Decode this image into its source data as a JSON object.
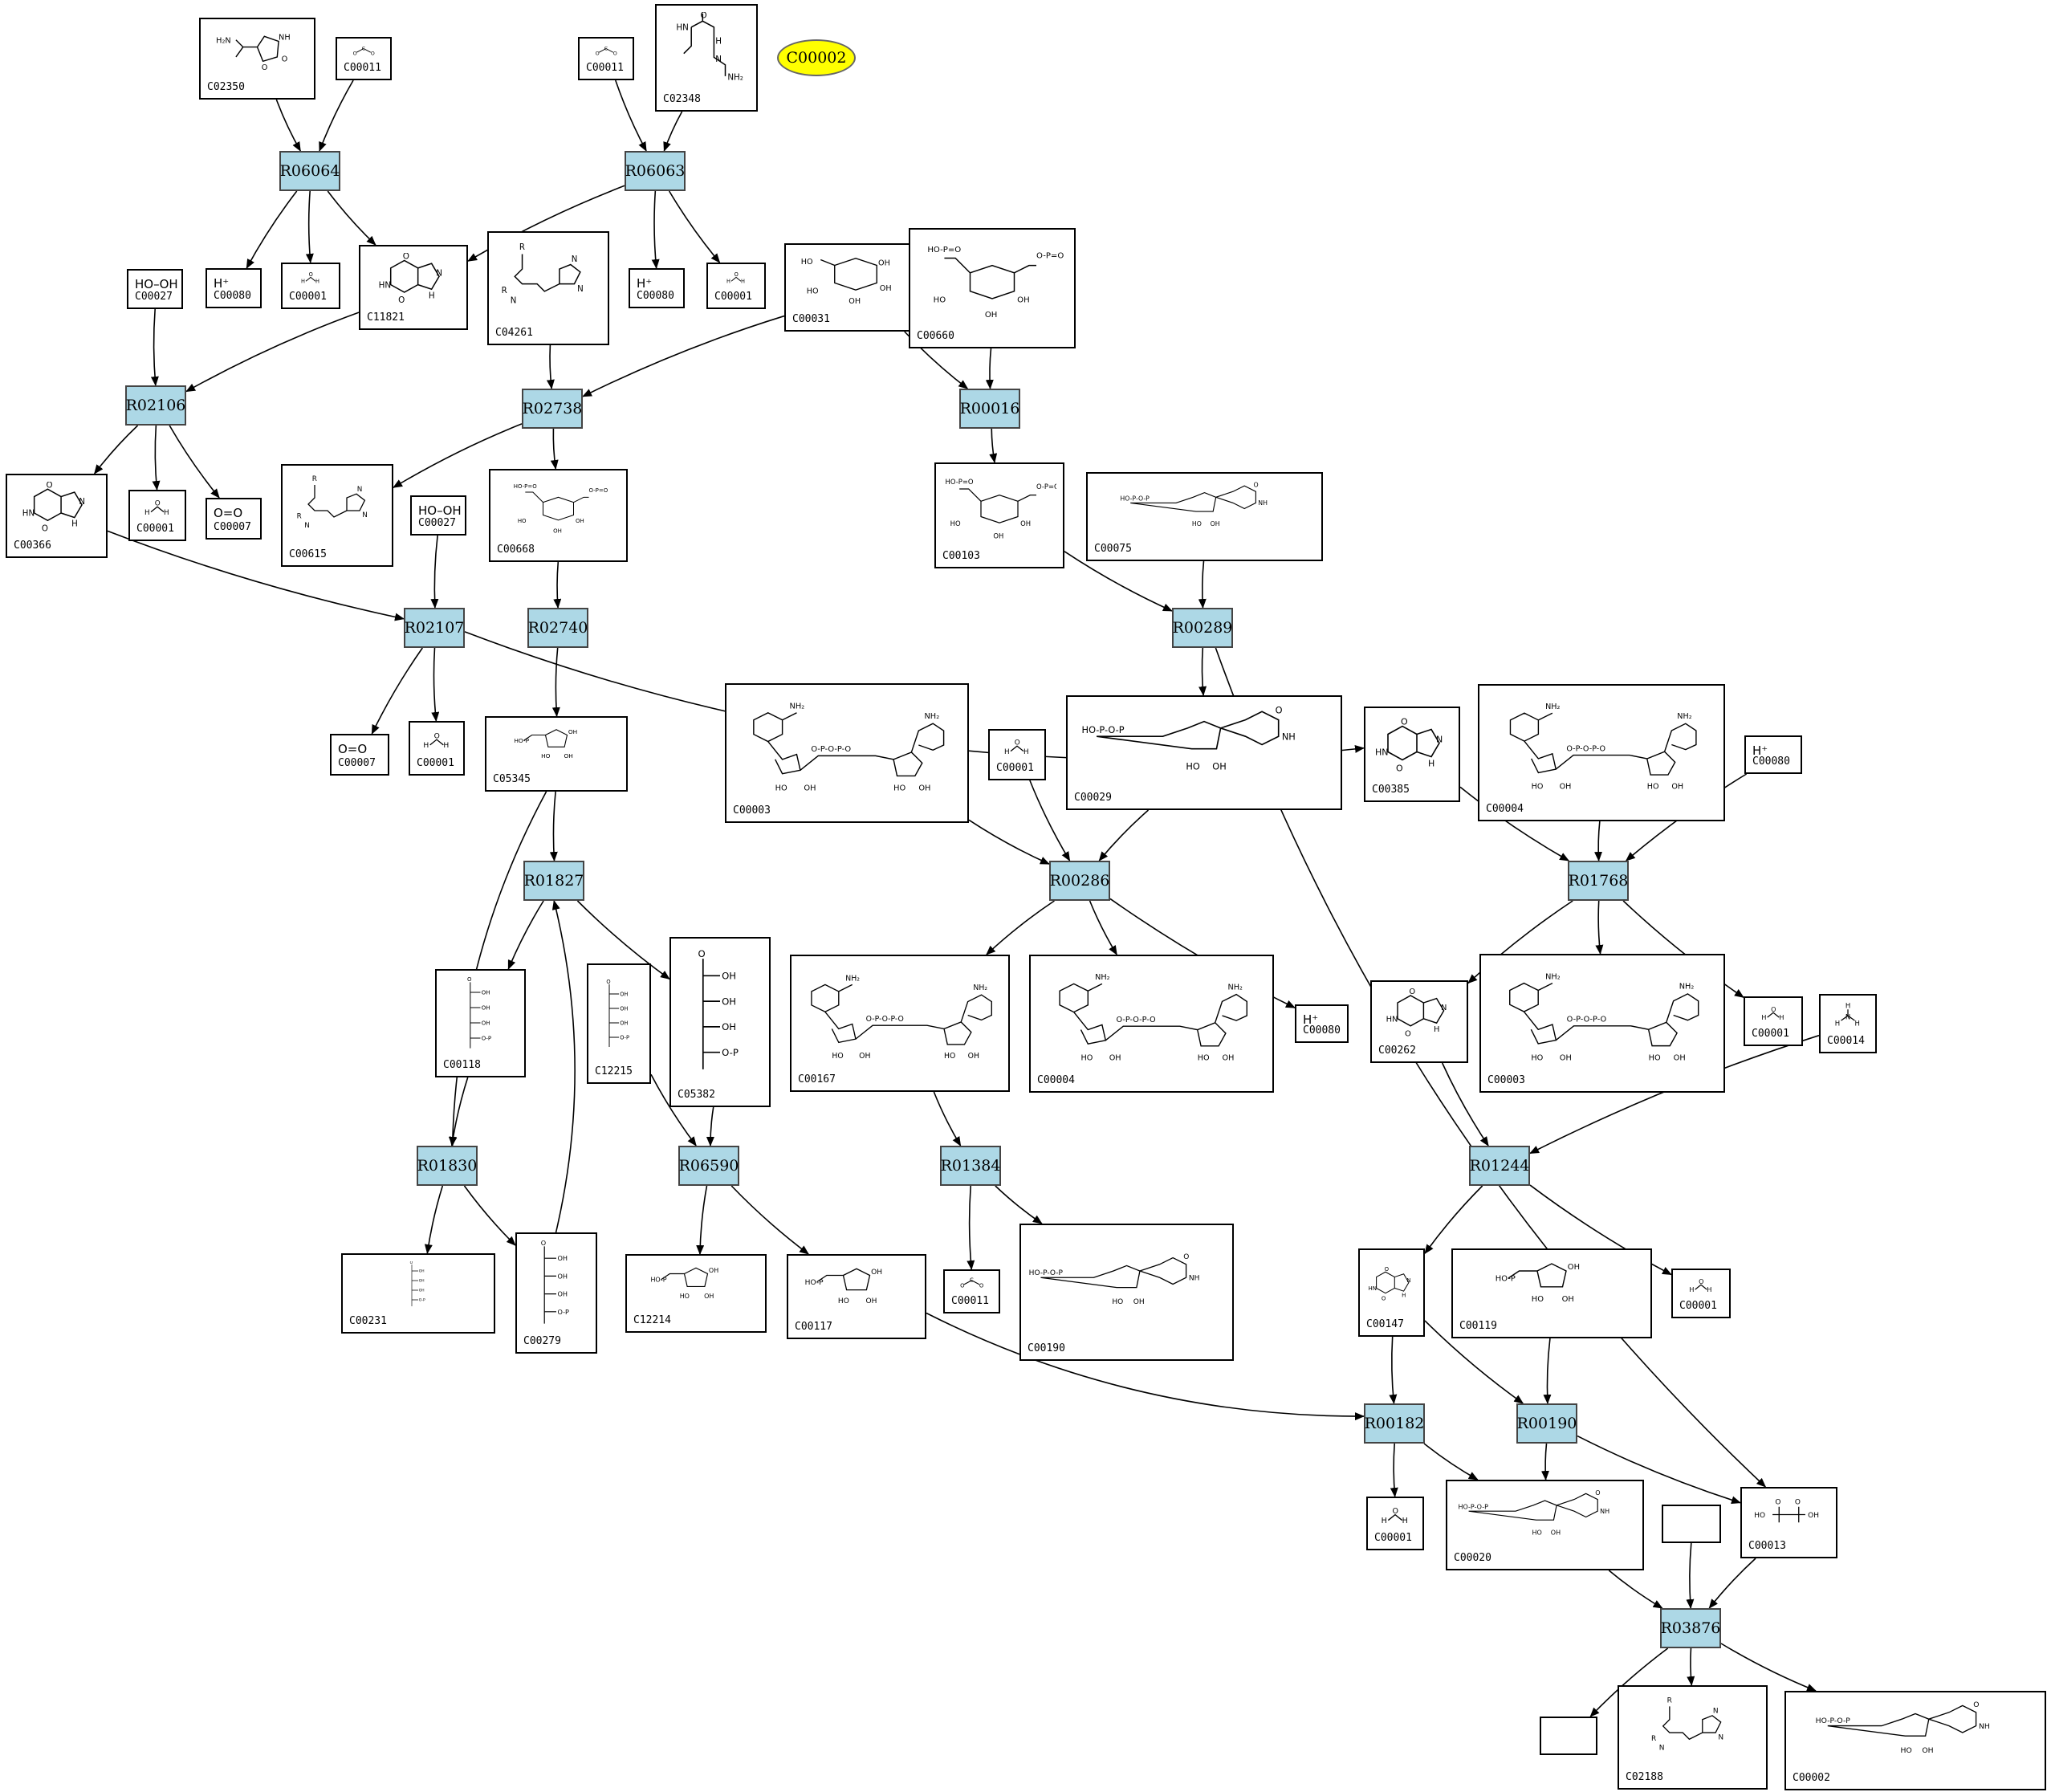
{
  "highlight": {
    "id": "C00002",
    "color": "#ffff00"
  },
  "colors": {
    "reaction_fill": "#add8e6",
    "edge": "#000000"
  },
  "reactions": [
    "R06064",
    "R06063",
    "R02106",
    "R02738",
    "R00016",
    "R02107",
    "R02740",
    "R00289",
    "R01827",
    "R00286",
    "R01768",
    "R01830",
    "R06590",
    "R01384",
    "R01244",
    "R00182",
    "R00190",
    "R03876"
  ],
  "compounds": {
    "c02350": {
      "id": "C02350"
    },
    "c00011a": {
      "id": "C00011"
    },
    "c00011b": {
      "id": "C00011"
    },
    "c02348": {
      "id": "C02348"
    },
    "c00080a": {
      "id": "C00080",
      "formula": "H⁺"
    },
    "c00001a": {
      "id": "C00001"
    },
    "c11821": {
      "id": "C11821"
    },
    "c00080b": {
      "id": "C00080",
      "formula": "H⁺"
    },
    "c00001b": {
      "id": "C00001"
    },
    "c00027a": {
      "id": "C00027",
      "formula": "HO–OH"
    },
    "c04261": {
      "id": "C04261"
    },
    "c00031": {
      "id": "C00031"
    },
    "c00660": {
      "id": "C00660"
    },
    "c00366": {
      "id": "C00366"
    },
    "c00001c": {
      "id": "C00001"
    },
    "c00007a": {
      "id": "C00007",
      "formula": "O=O"
    },
    "c00615": {
      "id": "C00615"
    },
    "c00027b": {
      "id": "C00027",
      "formula": "HO–OH"
    },
    "c00668": {
      "id": "C00668"
    },
    "c00103": {
      "id": "C00103"
    },
    "c00075": {
      "id": "C00075"
    },
    "c00007b": {
      "id": "C00007",
      "formula": "O=O"
    },
    "c00001d": {
      "id": "C00001"
    },
    "c05345": {
      "id": "C05345"
    },
    "c00003a": {
      "id": "C00003"
    },
    "c00001e": {
      "id": "C00001"
    },
    "c00029": {
      "id": "C00029"
    },
    "c00385": {
      "id": "C00385"
    },
    "c00004a": {
      "id": "C00004"
    },
    "c00080c": {
      "id": "C00080",
      "formula": "H⁺"
    },
    "c00118": {
      "id": "C00118"
    },
    "c12215": {
      "id": "C12215"
    },
    "c05382": {
      "id": "C05382"
    },
    "c00167": {
      "id": "C00167"
    },
    "c00004b": {
      "id": "C00004"
    },
    "c00080d": {
      "id": "C00080",
      "formula": "H⁺"
    },
    "c00262": {
      "id": "C00262"
    },
    "c00003b": {
      "id": "C00003"
    },
    "c00001f": {
      "id": "C00001"
    },
    "c00014": {
      "id": "C00014"
    },
    "c00231": {
      "id": "C00231"
    },
    "c00279": {
      "id": "C00279"
    },
    "c12214": {
      "id": "C12214"
    },
    "c00117": {
      "id": "C00117"
    },
    "c00011c": {
      "id": "C00011"
    },
    "c00190": {
      "id": "C00190"
    },
    "c00147": {
      "id": "C00147"
    },
    "c00119": {
      "id": "C00119"
    },
    "c00001g": {
      "id": "C00001"
    },
    "c00001h": {
      "id": "C00001"
    },
    "c00020": {
      "id": "C00020"
    },
    "blank1": {
      "id": ""
    },
    "c00013": {
      "id": "C00013"
    },
    "blank2": {
      "id": ""
    },
    "c02188": {
      "id": "C02188"
    },
    "c00002": {
      "id": "C00002"
    }
  }
}
